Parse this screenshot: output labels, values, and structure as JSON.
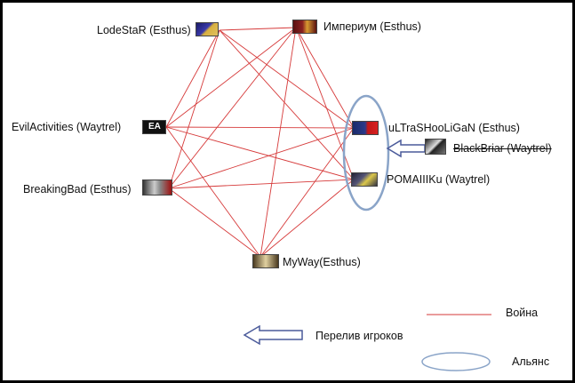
{
  "nodes": [
    {
      "id": "lodestar",
      "label": "LodeStaR (Esthus)",
      "icon": "lodestar-emblem-icon"
    },
    {
      "id": "imperium",
      "label": "Империум (Esthus)",
      "icon": "imperium-emblem-icon"
    },
    {
      "id": "evil",
      "label": "EvilActivities (Waytrel)",
      "icon": "ea-emblem-icon"
    },
    {
      "id": "ultra",
      "label": "uLTraSHooLiGaN (Esthus)",
      "icon": "ultra-emblem-icon"
    },
    {
      "id": "blackbriar",
      "label": "BlackBriar (Waytrel)",
      "icon": "blackbriar-emblem-icon",
      "struck": true
    },
    {
      "id": "breaking",
      "label": "BreakingBad (Esthus)",
      "icon": "breakingbad-emblem-icon"
    },
    {
      "id": "roma",
      "label": "POMAIIIKu (Waytrel)",
      "icon": "roma-emblem-icon"
    },
    {
      "id": "myway",
      "label": "MyWay(Esthus)",
      "icon": "myway-emblem-icon"
    }
  ],
  "wars": [
    [
      "lodestar",
      "imperium"
    ],
    [
      "lodestar",
      "evil"
    ],
    [
      "lodestar",
      "breaking"
    ],
    [
      "lodestar",
      "ultra"
    ],
    [
      "lodestar",
      "roma"
    ],
    [
      "imperium",
      "evil"
    ],
    [
      "imperium",
      "breaking"
    ],
    [
      "imperium",
      "ultra"
    ],
    [
      "imperium",
      "roma"
    ],
    [
      "imperium",
      "myway"
    ],
    [
      "evil",
      "ultra"
    ],
    [
      "evil",
      "roma"
    ],
    [
      "evil",
      "myway"
    ],
    [
      "breaking",
      "ultra"
    ],
    [
      "breaking",
      "roma"
    ],
    [
      "breaking",
      "myway"
    ],
    [
      "myway",
      "ultra"
    ],
    [
      "myway",
      "roma"
    ]
  ],
  "legend": {
    "war_label": "Война",
    "transfer_label": "Перелив игроков",
    "alliance_label": "Альянс"
  },
  "colors": {
    "war_line": "#d63a3a",
    "arrow": "#4a5a9a",
    "alliance": "#8aa4c8",
    "background": "#ffffff",
    "frame": "#000000"
  }
}
